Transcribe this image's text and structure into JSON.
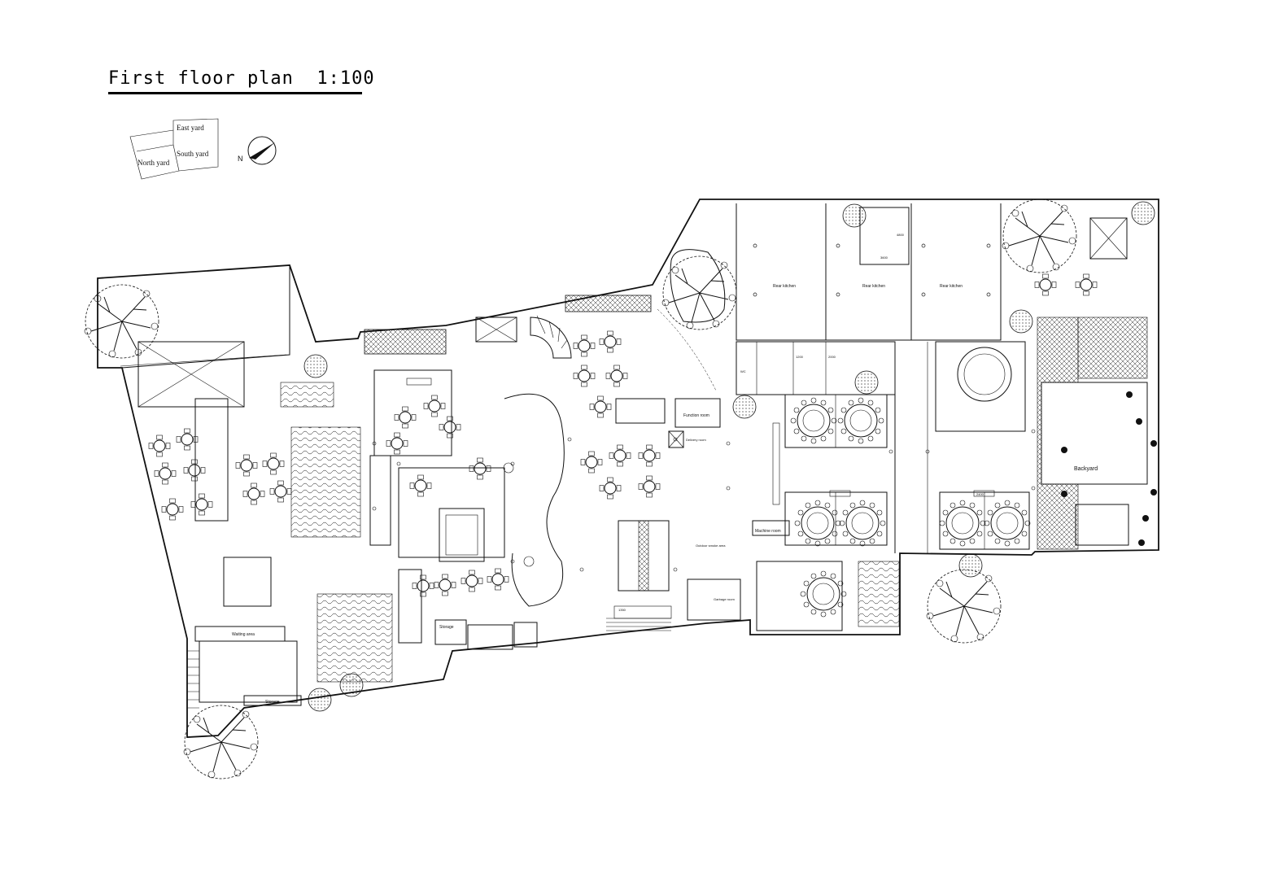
{
  "title": "First floor plan",
  "scale": "1:100",
  "key_plan": {
    "east_yard": "East yard",
    "south_yard": "South yard",
    "north_yard": "North yard"
  },
  "north_arrow": "N",
  "rooms": {
    "rear_kitchen": "Rear kitchen",
    "function_room": "Function room",
    "machine_room": "Machine room",
    "backyard": "Backyard",
    "storage": "Storage",
    "waiting_area": "Waiting area",
    "delivery_room": "Delivery room",
    "garbage_room": "Garbage room",
    "outdoor_smoking_area": "Outdoor smoke area",
    "wc": "WC"
  },
  "dimensions": {
    "d3600": "3600",
    "d4800": "4800",
    "d1200": "1200",
    "d1350": "1350",
    "d2000": "2000",
    "d2400": "2400"
  },
  "colors": {
    "line": "#111111",
    "paper": "#ffffff"
  }
}
